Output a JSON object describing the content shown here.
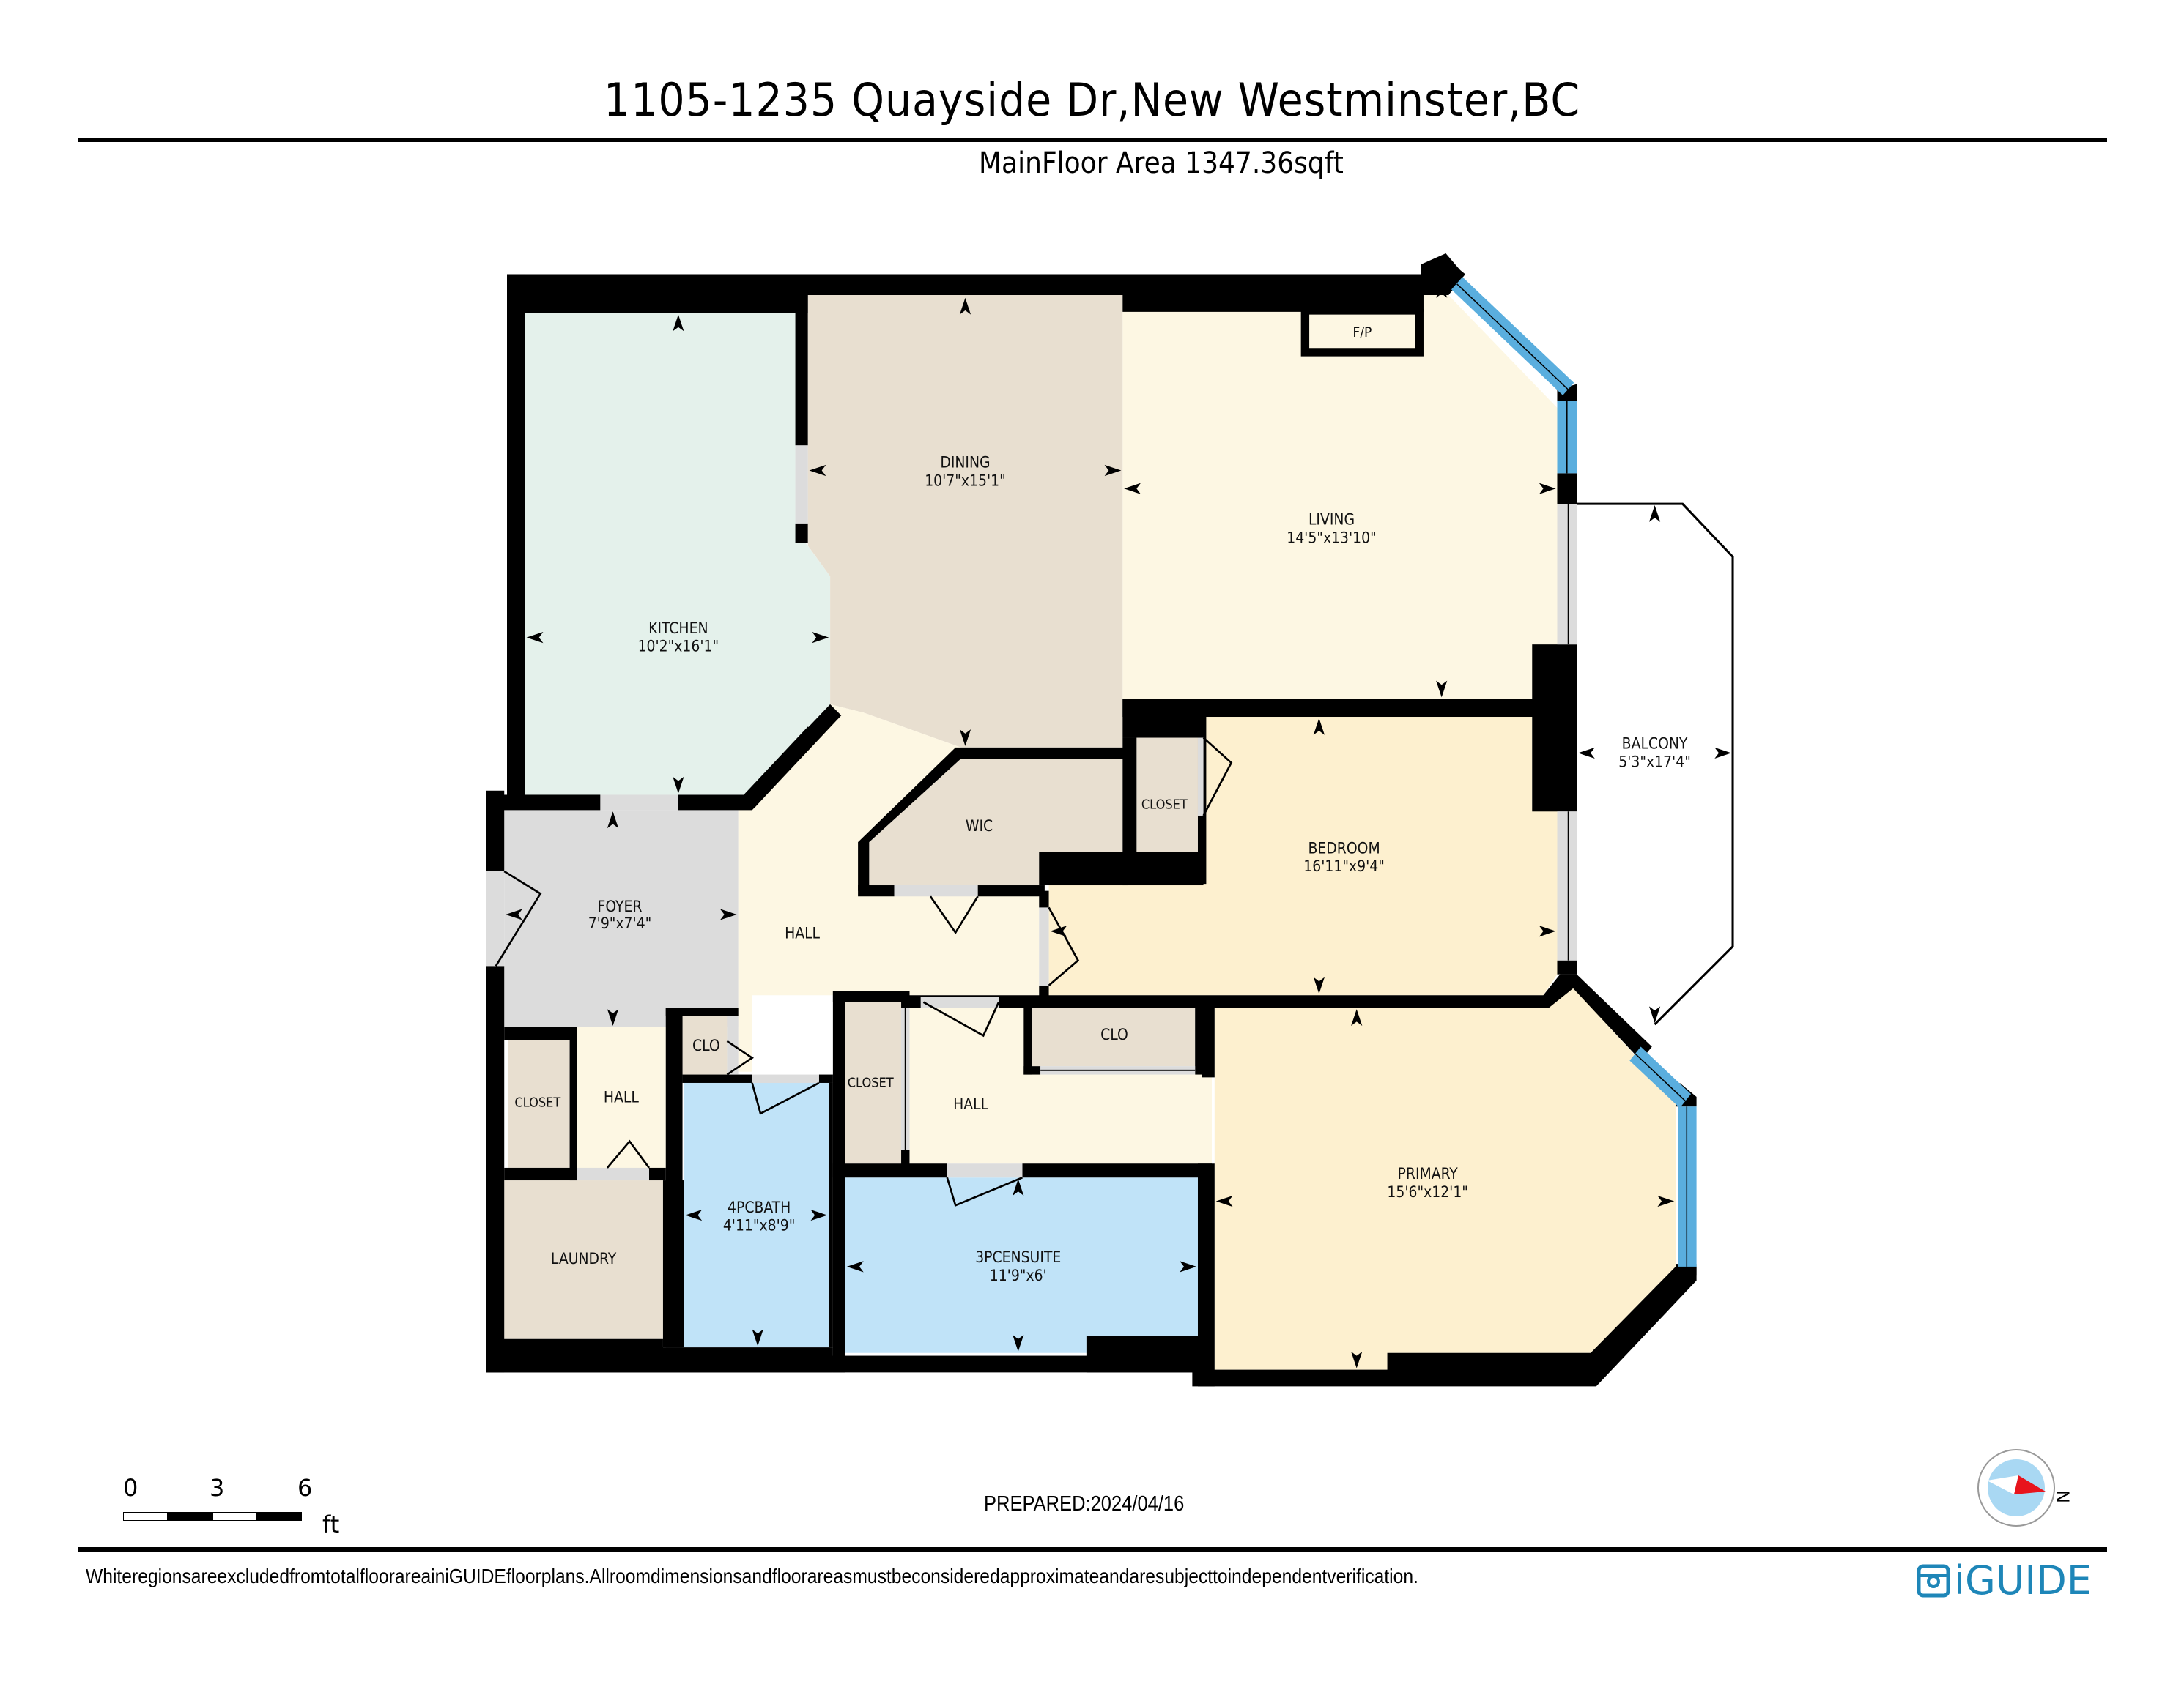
{
  "header": {
    "title": "1105-1235 Quayside Dr,New Westminster,BC",
    "subtitle": "MainFloor Area 1347.36sqft"
  },
  "rooms": {
    "kitchen": {
      "name": "KITCHEN",
      "dims": "10'2\"x16'1\""
    },
    "dining": {
      "name": "DINING",
      "dims": "10'7\"x15'1\""
    },
    "living": {
      "name": "LIVING",
      "dims": "14'5\"x13'10\""
    },
    "fireplace": {
      "name": "F/P"
    },
    "balcony": {
      "name": "BALCONY",
      "dims": "5'3\"x17'4\""
    },
    "wic": {
      "name": "WIC"
    },
    "bedroom_closet": {
      "name": "CLOSET"
    },
    "bedroom": {
      "name": "BEDROOM",
      "dims": "16'11\"x9'4\""
    },
    "foyer": {
      "name": "FOYER",
      "dims": "7'9\"x7'4\""
    },
    "hall_main": {
      "name": "HALL"
    },
    "clo_small": {
      "name": "CLO"
    },
    "closet_left": {
      "name": "CLOSET"
    },
    "hall_left": {
      "name": "HALL"
    },
    "closet_mid": {
      "name": "CLOSET"
    },
    "hall_right": {
      "name": "HALL"
    },
    "clo_right": {
      "name": "CLO"
    },
    "laundry": {
      "name": "LAUNDRY"
    },
    "bath4": {
      "name": "4PCBATH",
      "dims": "4'11\"x8'9\""
    },
    "ensuite3": {
      "name": "3PCENSUITE",
      "dims": "11'9\"x6'"
    },
    "primary": {
      "name": "PRIMARY",
      "dims": "15'6\"x12'1\""
    }
  },
  "scale": {
    "labels": [
      "0",
      "3",
      "6"
    ],
    "unit": "ft"
  },
  "footer": {
    "prepared": "PREPARED:2024/04/16",
    "disclaimer": "WhiteregionsareexcludedfromtotalfloorareainiGUIDEfloorplans.Allroomdimensionsandfloorareasmustbeconsideredapproximateandaresubjecttoindependentverification.",
    "logo_text": "iGUIDE",
    "compass_label": "N"
  },
  "colors": {
    "kitchen": "#e4f1eb",
    "dining": "#e8dfd0",
    "living": "#fdf7e3",
    "hall": "#fdf7e3",
    "bedroom": "#fdf0cf",
    "primary": "#fdf0cf",
    "foyer": "#dcdcdc",
    "closet": "#e8dfd0",
    "bath": "#c0e3f8",
    "window": "#5aaede",
    "wall": "#000000",
    "door_opening": "#dcdcdc",
    "logo": "#1e86b8",
    "compass_disc": "#a9d8f3",
    "compass_needle": "#e8141c"
  }
}
